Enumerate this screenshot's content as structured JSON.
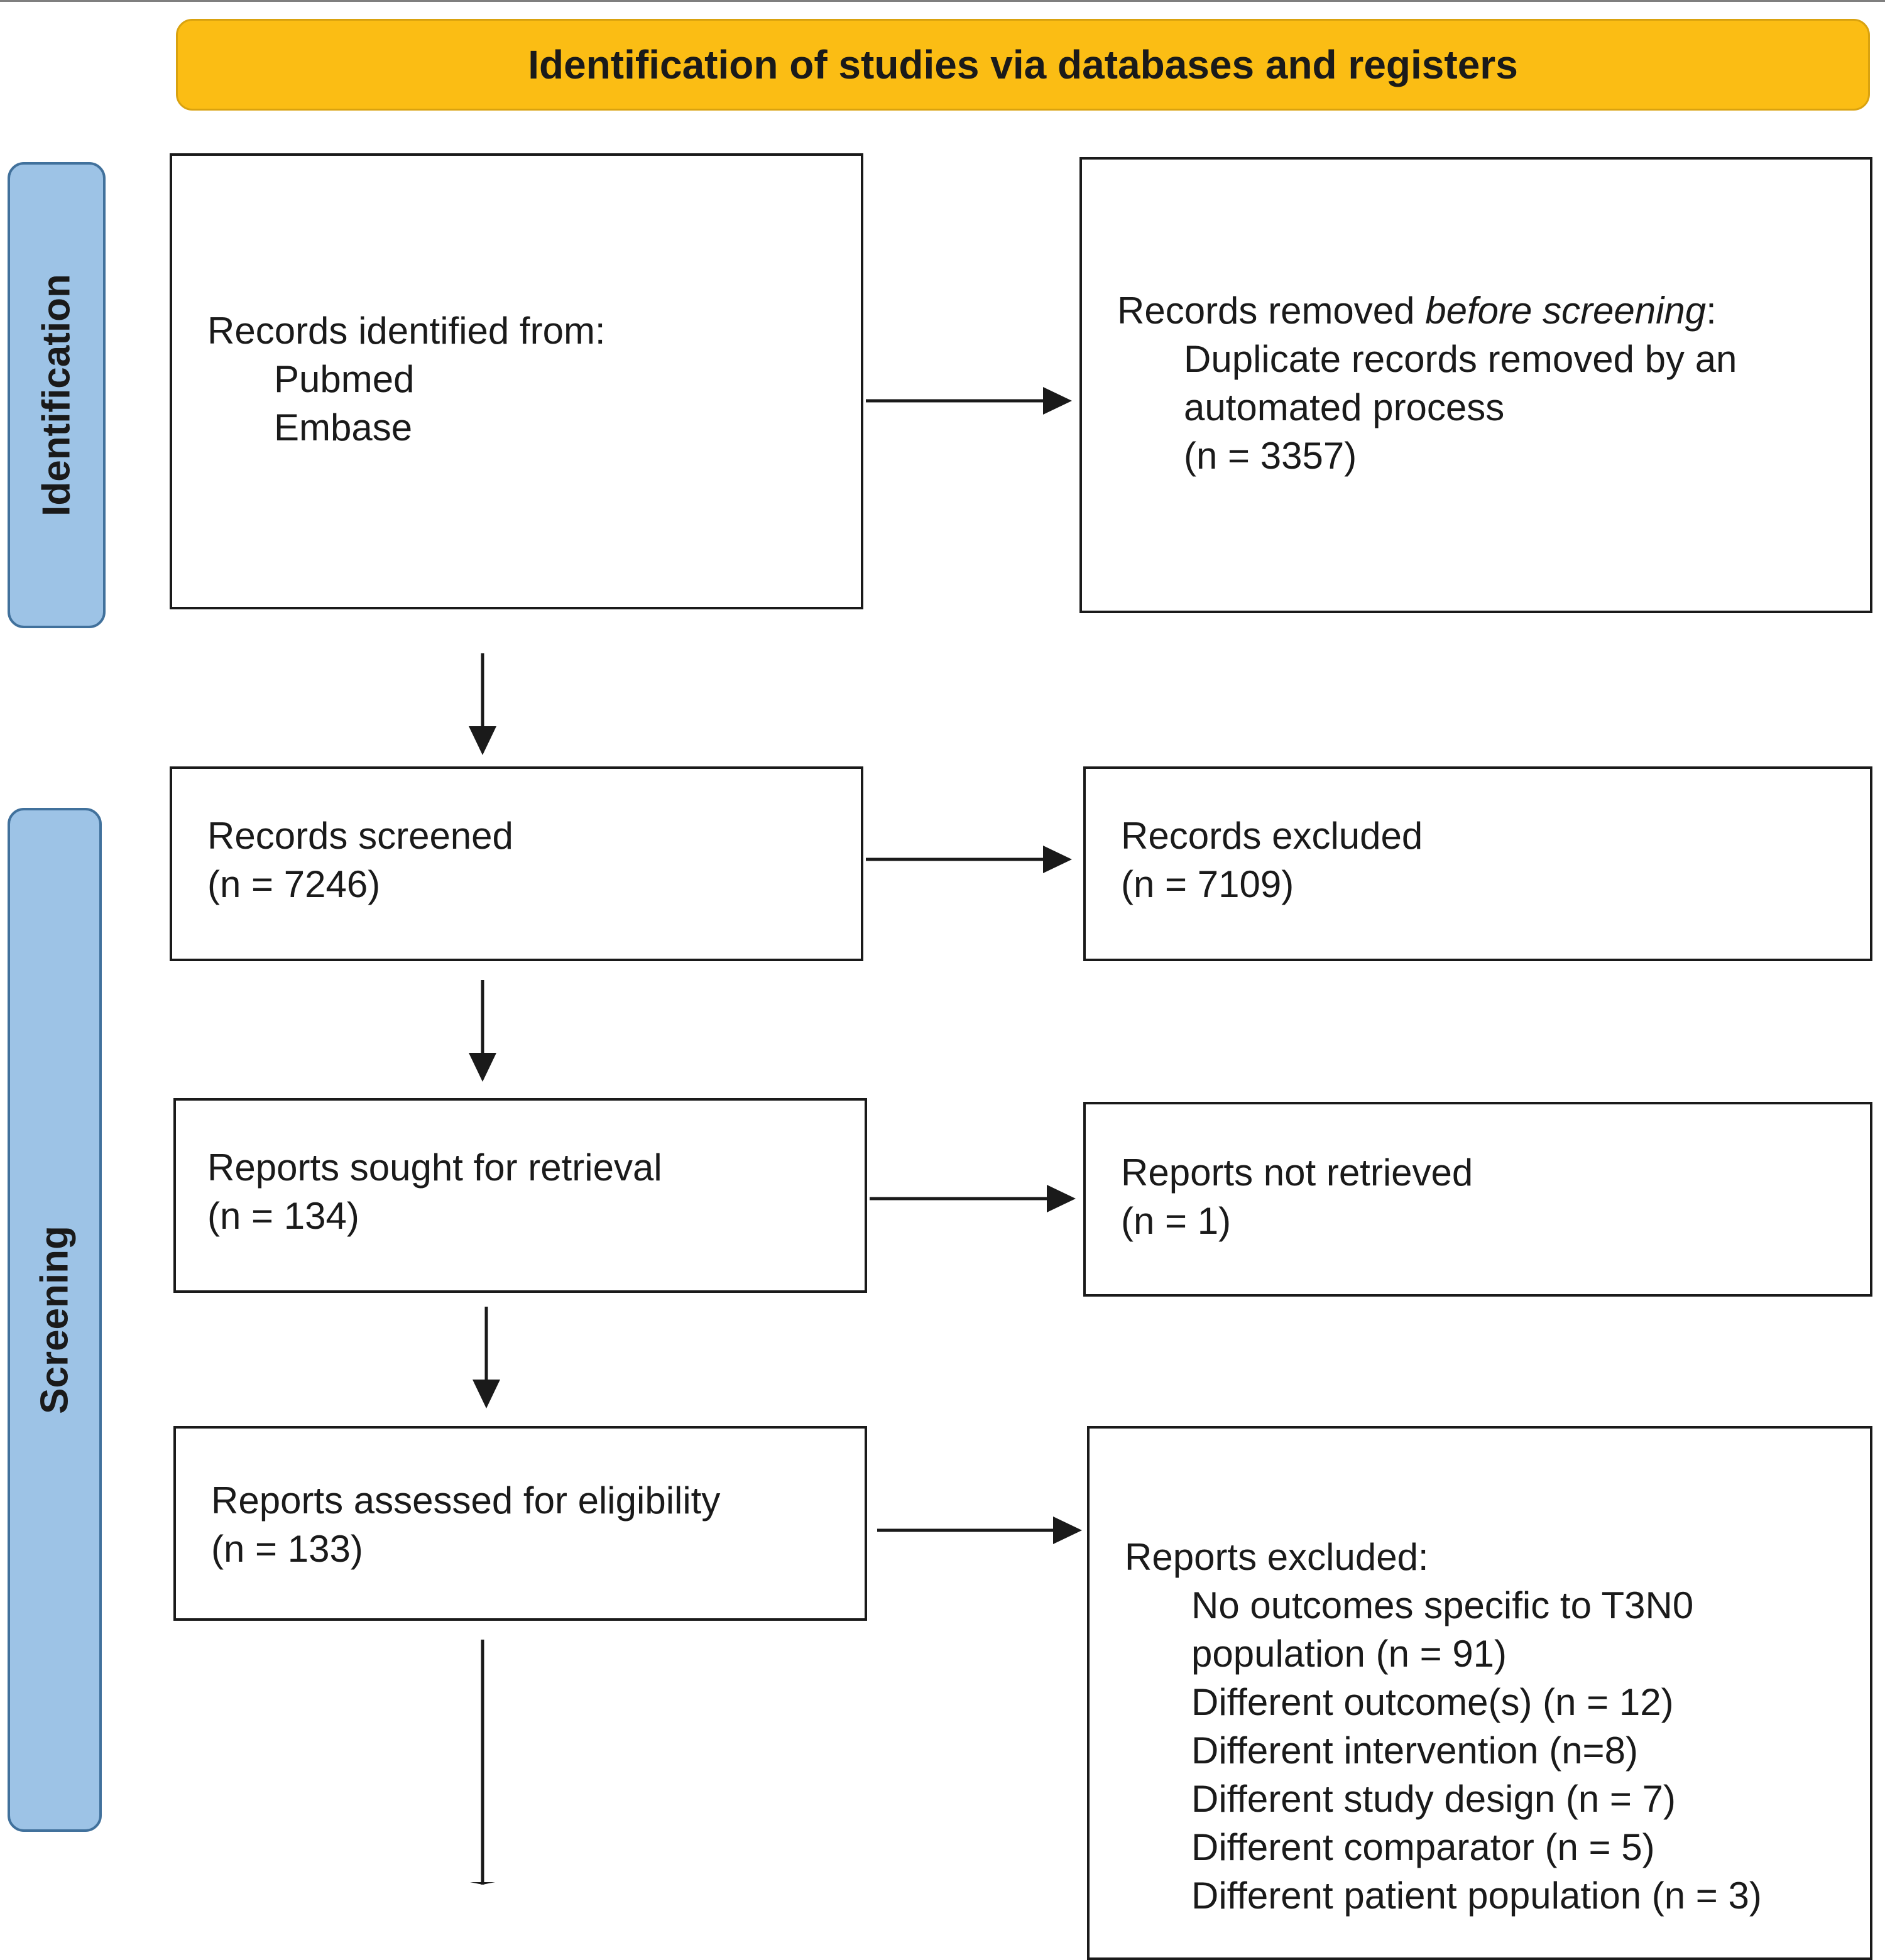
{
  "header": {
    "title": "Identification of studies via databases and registers"
  },
  "phases": {
    "identification": "Identification",
    "screening": "Screening"
  },
  "identified": {
    "title": "Records identified from:",
    "sources": [
      "Pubmed",
      "Embase"
    ]
  },
  "removed": {
    "title_plain": "Records removed ",
    "title_italic": "before screening",
    "title_end": ":",
    "lines": [
      "Duplicate records removed by an",
      "automated process",
      "(n = 3357)"
    ]
  },
  "screened": {
    "title": "Records screened",
    "count": "(n = 7246)"
  },
  "excluded": {
    "title": "Records excluded",
    "count": "(n = 7109)"
  },
  "sought": {
    "title": "Reports sought for retrieval",
    "count": "(n = 134)"
  },
  "not_retrieved": {
    "title": "Reports not retrieved",
    "count": "(n = 1)"
  },
  "assessed": {
    "title": "Reports assessed for eligibility",
    "count": "(n = 133)"
  },
  "reports_excluded": {
    "title": "Reports excluded:",
    "reasons": [
      "No outcomes specific to T3N0",
      "population (n = 91)",
      "Different outcome(s) (n = 12)",
      "Different intervention (n=8)",
      "Different study design (n = 7)",
      "Different comparator (n = 5)",
      "Different patient population (n = 3)"
    ]
  }
}
